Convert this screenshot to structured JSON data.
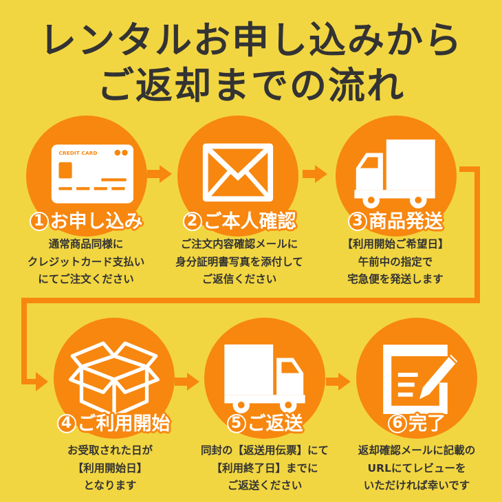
{
  "title": {
    "line1": "レンタルお申し込みから",
    "line2": "ご返却までの流れ"
  },
  "steps": [
    {
      "num": "1",
      "label": "お申し込み",
      "icon": "credit-card-icon",
      "card_text": "CREDIT CARD",
      "lines": [
        "通常商品同様に",
        "クレジットカード支払い",
        "にてご注文ください"
      ]
    },
    {
      "num": "2",
      "label": "ご本人確認",
      "icon": "envelope-icon",
      "lines": [
        "ご注文内容確認メールに",
        "身分証明書写真を添付して",
        "ご返信ください"
      ]
    },
    {
      "num": "3",
      "label": "商品発送",
      "icon": "truck-icon",
      "lines": [
        "【利用開始ご希望日】",
        "午前中の指定で",
        "宅急便を発送します"
      ]
    },
    {
      "num": "4",
      "label": "ご利用開始",
      "icon": "open-box-icon",
      "lines": [
        "お受取された日が",
        "【利用開始日】",
        "となります"
      ]
    },
    {
      "num": "5",
      "label": "ご返送",
      "icon": "truck-icon",
      "lines": [
        "同封の【返送用伝票】にて",
        "【利用終了日】までに",
        "ご返送ください"
      ]
    },
    {
      "num": "6",
      "label": "完了",
      "icon": "review-pen-icon",
      "lines": [
        "返却確認メールに記載の",
        "URLにてレビューを",
        "いただければ幸いです"
      ]
    }
  ],
  "colors": {
    "background": "#f2d641",
    "accent": "#f7870f",
    "text": "#333333"
  }
}
